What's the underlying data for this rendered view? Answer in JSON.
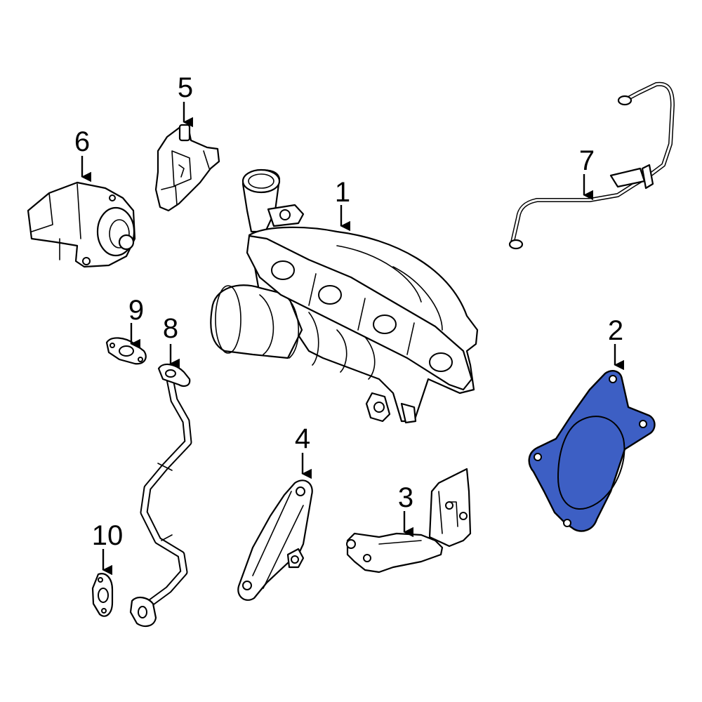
{
  "highlight_color": "#3d5fc4",
  "callouts": {
    "c1": "1",
    "c2": "2",
    "c3": "3",
    "c4": "4",
    "c5": "5",
    "c6": "6",
    "c7": "7",
    "c8": "8",
    "c9": "9",
    "c10": "10"
  },
  "highlighted_part": "2"
}
